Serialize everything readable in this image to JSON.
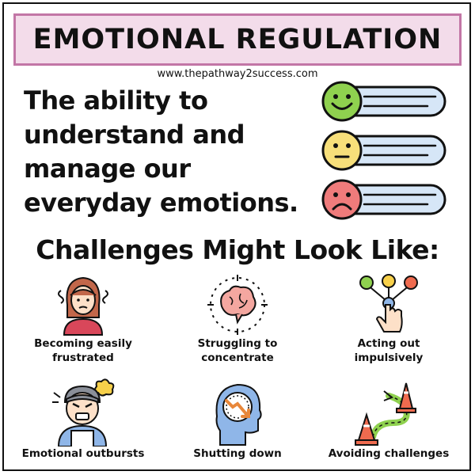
{
  "title": "EMOTIONAL REGULATION",
  "website": "www.thepathway2success.com",
  "definition": {
    "line1": "The ability to",
    "line2": "understand and",
    "line3": "manage our",
    "line4": "everyday emotions."
  },
  "subtitle": "Challenges Might Look Like:",
  "challenges": [
    {
      "label_line1": "Becoming easily",
      "label_line2": "frustrated",
      "icon": "frustrated-woman-icon"
    },
    {
      "label_line1": "Struggling to",
      "label_line2": "concentrate",
      "icon": "brain-focus-icon"
    },
    {
      "label_line1": "Acting out",
      "label_line2": "impulsively",
      "icon": "hand-choice-icon"
    },
    {
      "label_line1": "Emotional outbursts",
      "label_line2": "",
      "icon": "angry-person-icon"
    },
    {
      "label_line1": "Shutting down",
      "label_line2": "",
      "icon": "head-decline-icon"
    },
    {
      "label_line1": "Avoiding challenges",
      "label_line2": "",
      "icon": "traffic-cones-icon"
    }
  ],
  "meters": [
    {
      "mood": "happy",
      "color": "#8fd14f"
    },
    {
      "mood": "neutral",
      "color": "#f7df7a"
    },
    {
      "mood": "sad",
      "color": "#ef7b7b"
    }
  ],
  "colors": {
    "title_bg": "#f3dcea",
    "title_border": "#c276a6",
    "bar_blue": "#d6e6f7"
  }
}
